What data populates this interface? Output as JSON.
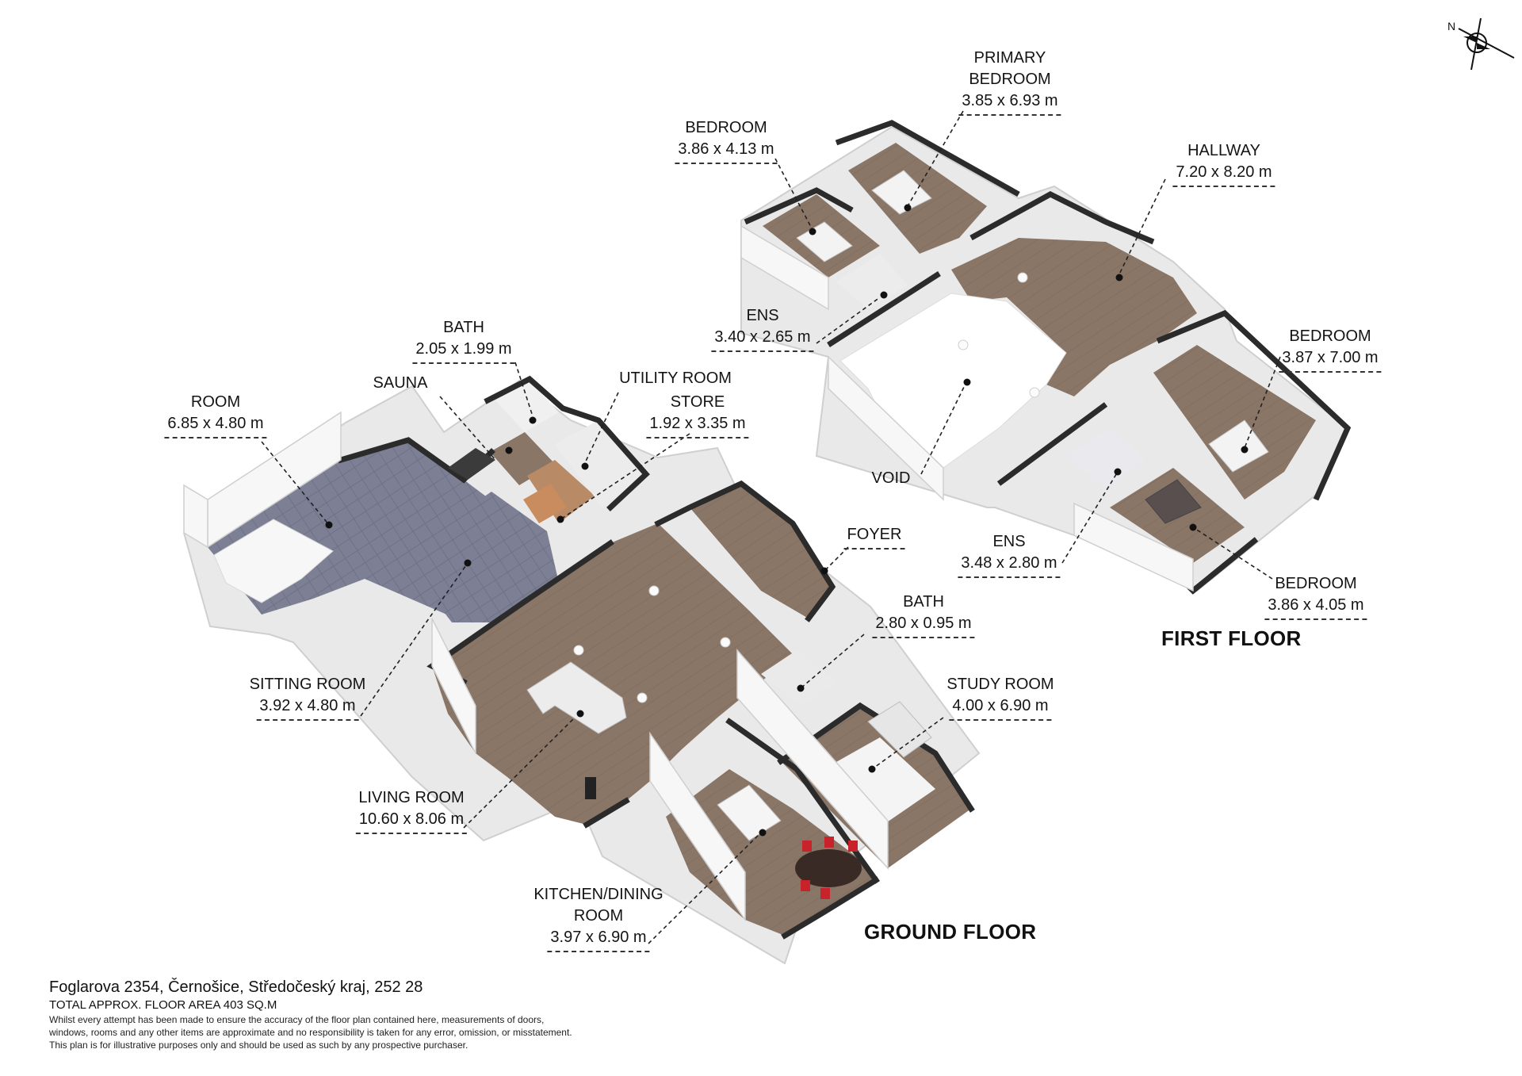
{
  "floors": {
    "ground": "GROUND FLOOR",
    "first": "FIRST FLOOR"
  },
  "rooms": {
    "room": {
      "name": "ROOM",
      "dims": "6.85 x 4.80 m"
    },
    "sauna": {
      "name": "SAUNA",
      "dims": ""
    },
    "bath_ground": {
      "name": "BATH",
      "dims": "2.05 x 1.99 m"
    },
    "utility": {
      "name": "UTILITY ROOM",
      "dims": ""
    },
    "store": {
      "name": "STORE",
      "dims": "1.92 x 3.35 m"
    },
    "foyer": {
      "name": "FOYER",
      "dims": ""
    },
    "bath_ground2": {
      "name": "BATH",
      "dims": "2.80 x 0.95 m"
    },
    "study": {
      "name": "STUDY ROOM",
      "dims": "4.00 x 6.90 m"
    },
    "sitting": {
      "name": "SITTING ROOM",
      "dims": "3.92 x 4.80 m"
    },
    "living": {
      "name": "LIVING ROOM",
      "dims": "10.60 x 8.06 m"
    },
    "kitchen": {
      "name": "KITCHEN/DINING\nROOM",
      "line1": "KITCHEN/DINING",
      "line2": "ROOM",
      "dims": "3.97 x 6.90 m"
    },
    "bedroom1": {
      "name": "BEDROOM",
      "dims": "3.86 x 4.13 m"
    },
    "primary": {
      "line1": "PRIMARY",
      "line2": "BEDROOM",
      "dims": "3.85 x 6.93 m"
    },
    "hallway": {
      "name": "HALLWAY",
      "dims": "7.20 x 8.20 m"
    },
    "ens1": {
      "name": "ENS",
      "dims": "3.40 x 2.65 m"
    },
    "void": {
      "name": "VOID"
    },
    "bedroom2": {
      "name": "BEDROOM",
      "dims": "3.87 x 7.00 m"
    },
    "ens2": {
      "name": "ENS",
      "dims": "3.48 x 2.80 m"
    },
    "bedroom3": {
      "name": "BEDROOM",
      "dims": "3.86 x 4.05 m"
    }
  },
  "compass": {
    "letter": "N"
  },
  "footer": {
    "address": "Foglarova 2354, Černošice, Středočeský kraj, 252 28",
    "area": "TOTAL APPROX. FLOOR AREA 403 SQ.M",
    "disclaimer1": "Whilst every attempt has been made to ensure the accuracy of the floor plan contained here, measurements of doors,",
    "disclaimer2": "windows, rooms and any other items are approximate and no responsibility is taken for any error, omission, or misstatement.",
    "disclaimer3": "This plan is for illustrative purposes only and should be used as such by any prospective purchaser."
  },
  "colors": {
    "floor_wood": "#8a7667",
    "floor_tile": "#7c7f93",
    "wall_top": "#2b2b2b",
    "wall_face": "#f2f2f2"
  }
}
